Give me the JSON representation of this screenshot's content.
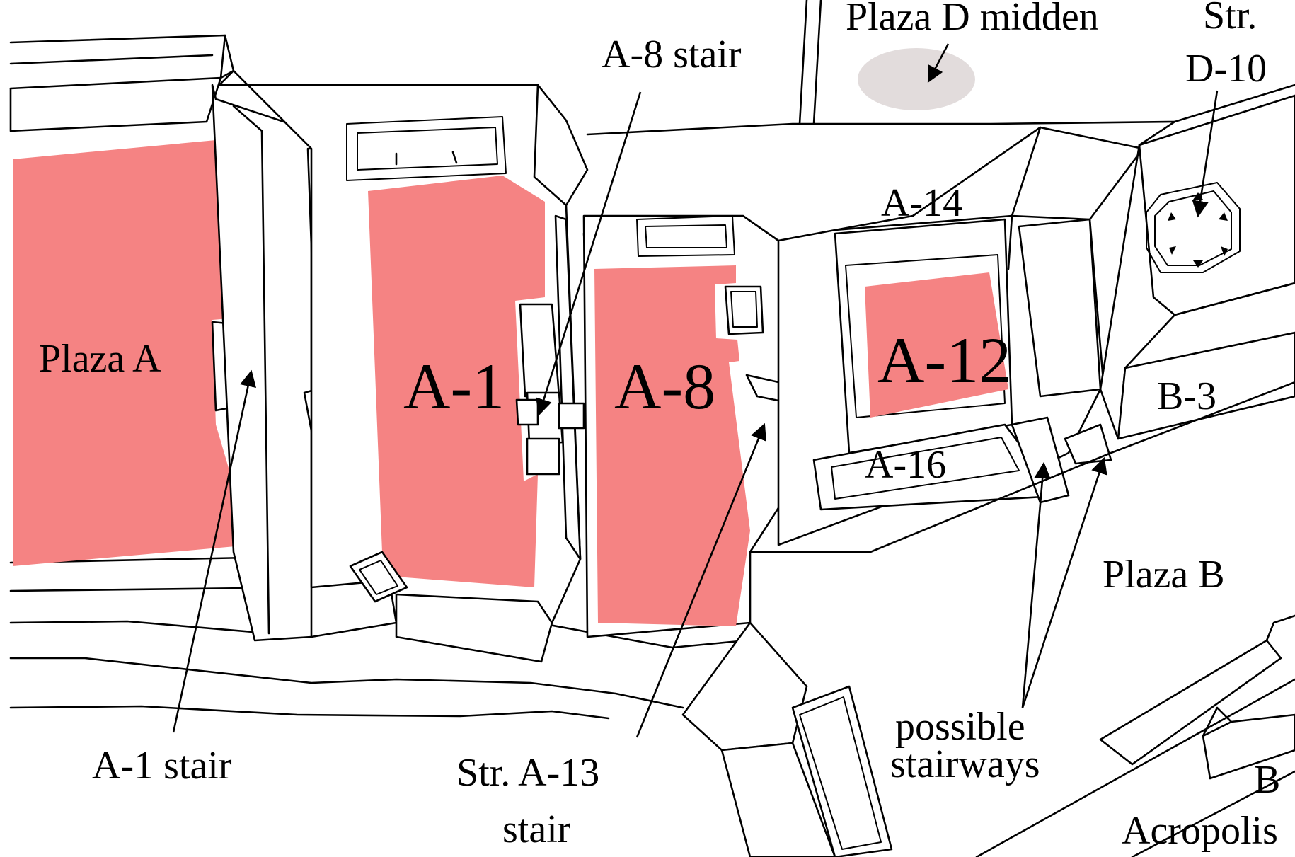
{
  "colors": {
    "plaza_fill": "#f58383",
    "midden_fill": "#e2dcdc",
    "line": "#000000",
    "background": "#ffffff"
  },
  "labels": {
    "plaza_a": "Plaza A",
    "a1": "A-1",
    "a8": "A-8",
    "a12": "A-12",
    "a14": "A-14",
    "a16": "A-16",
    "b3": "B-3",
    "plaza_b": "Plaza B",
    "a8_stair": "A-8 stair",
    "plaza_d_midden": "Plaza D midden",
    "str_d10_line1": "Str.",
    "str_d10_line2": "D-10",
    "a1_stair": "A-1 stair",
    "str_a13_line1": "Str. A-13",
    "str_a13_line2": "stair",
    "possible_line1": "possible",
    "possible_line2": "stairways",
    "b_acropolis_line1": "B",
    "b_acropolis_line2": "Acropolis"
  }
}
